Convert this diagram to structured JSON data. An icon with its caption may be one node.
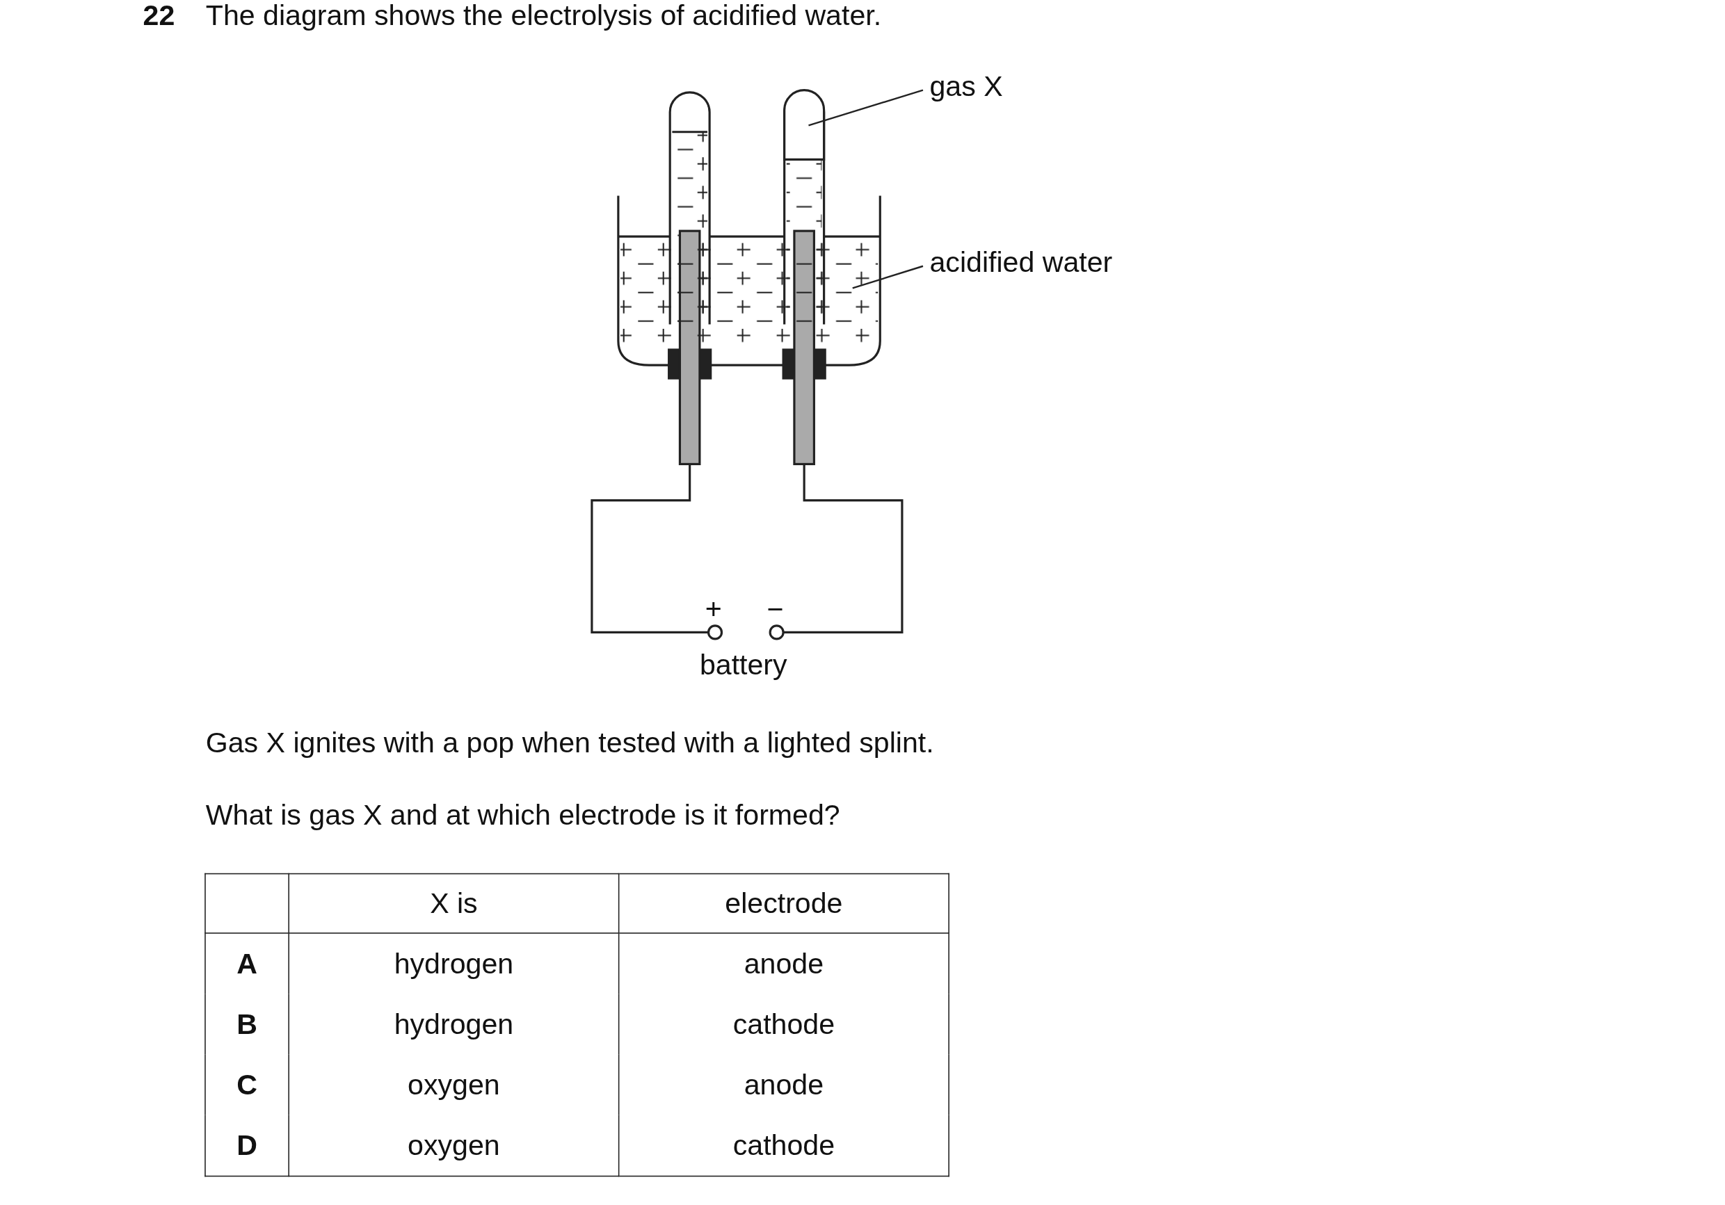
{
  "diagram": {
    "title": "The diagram shows the electrolysis of acidified water.",
    "nodes": [
      {
        "text": [
          "gas X"
        ]
      },
      {
        "text": [],
        "shape": "box"
      },
      {
        "text": [
          "acidified water"
        ]
      },
      {
        "text": [],
        "shape": "box"
      }
    ],
    "edges": [
      {
        "from": 0,
        "to": 1,
        "arrow": "none"
      },
      {
        "from": 2,
        "to": 3,
        "arrow": "none"
      }
    ],
    "labels": [
      "22",
      "+",
      "−",
      "battery",
      "Gas X ignites with a pop when tested with a lighted splint.",
      "What is gas X and at which electrode is it formed?",
      "X is",
      "electrode",
      "A",
      "hydrogen",
      "anode",
      "B",
      "hydrogen",
      "cathode",
      "C",
      "oxygen",
      "anode",
      "D",
      "oxygen",
      "cathode"
    ]
  }
}
